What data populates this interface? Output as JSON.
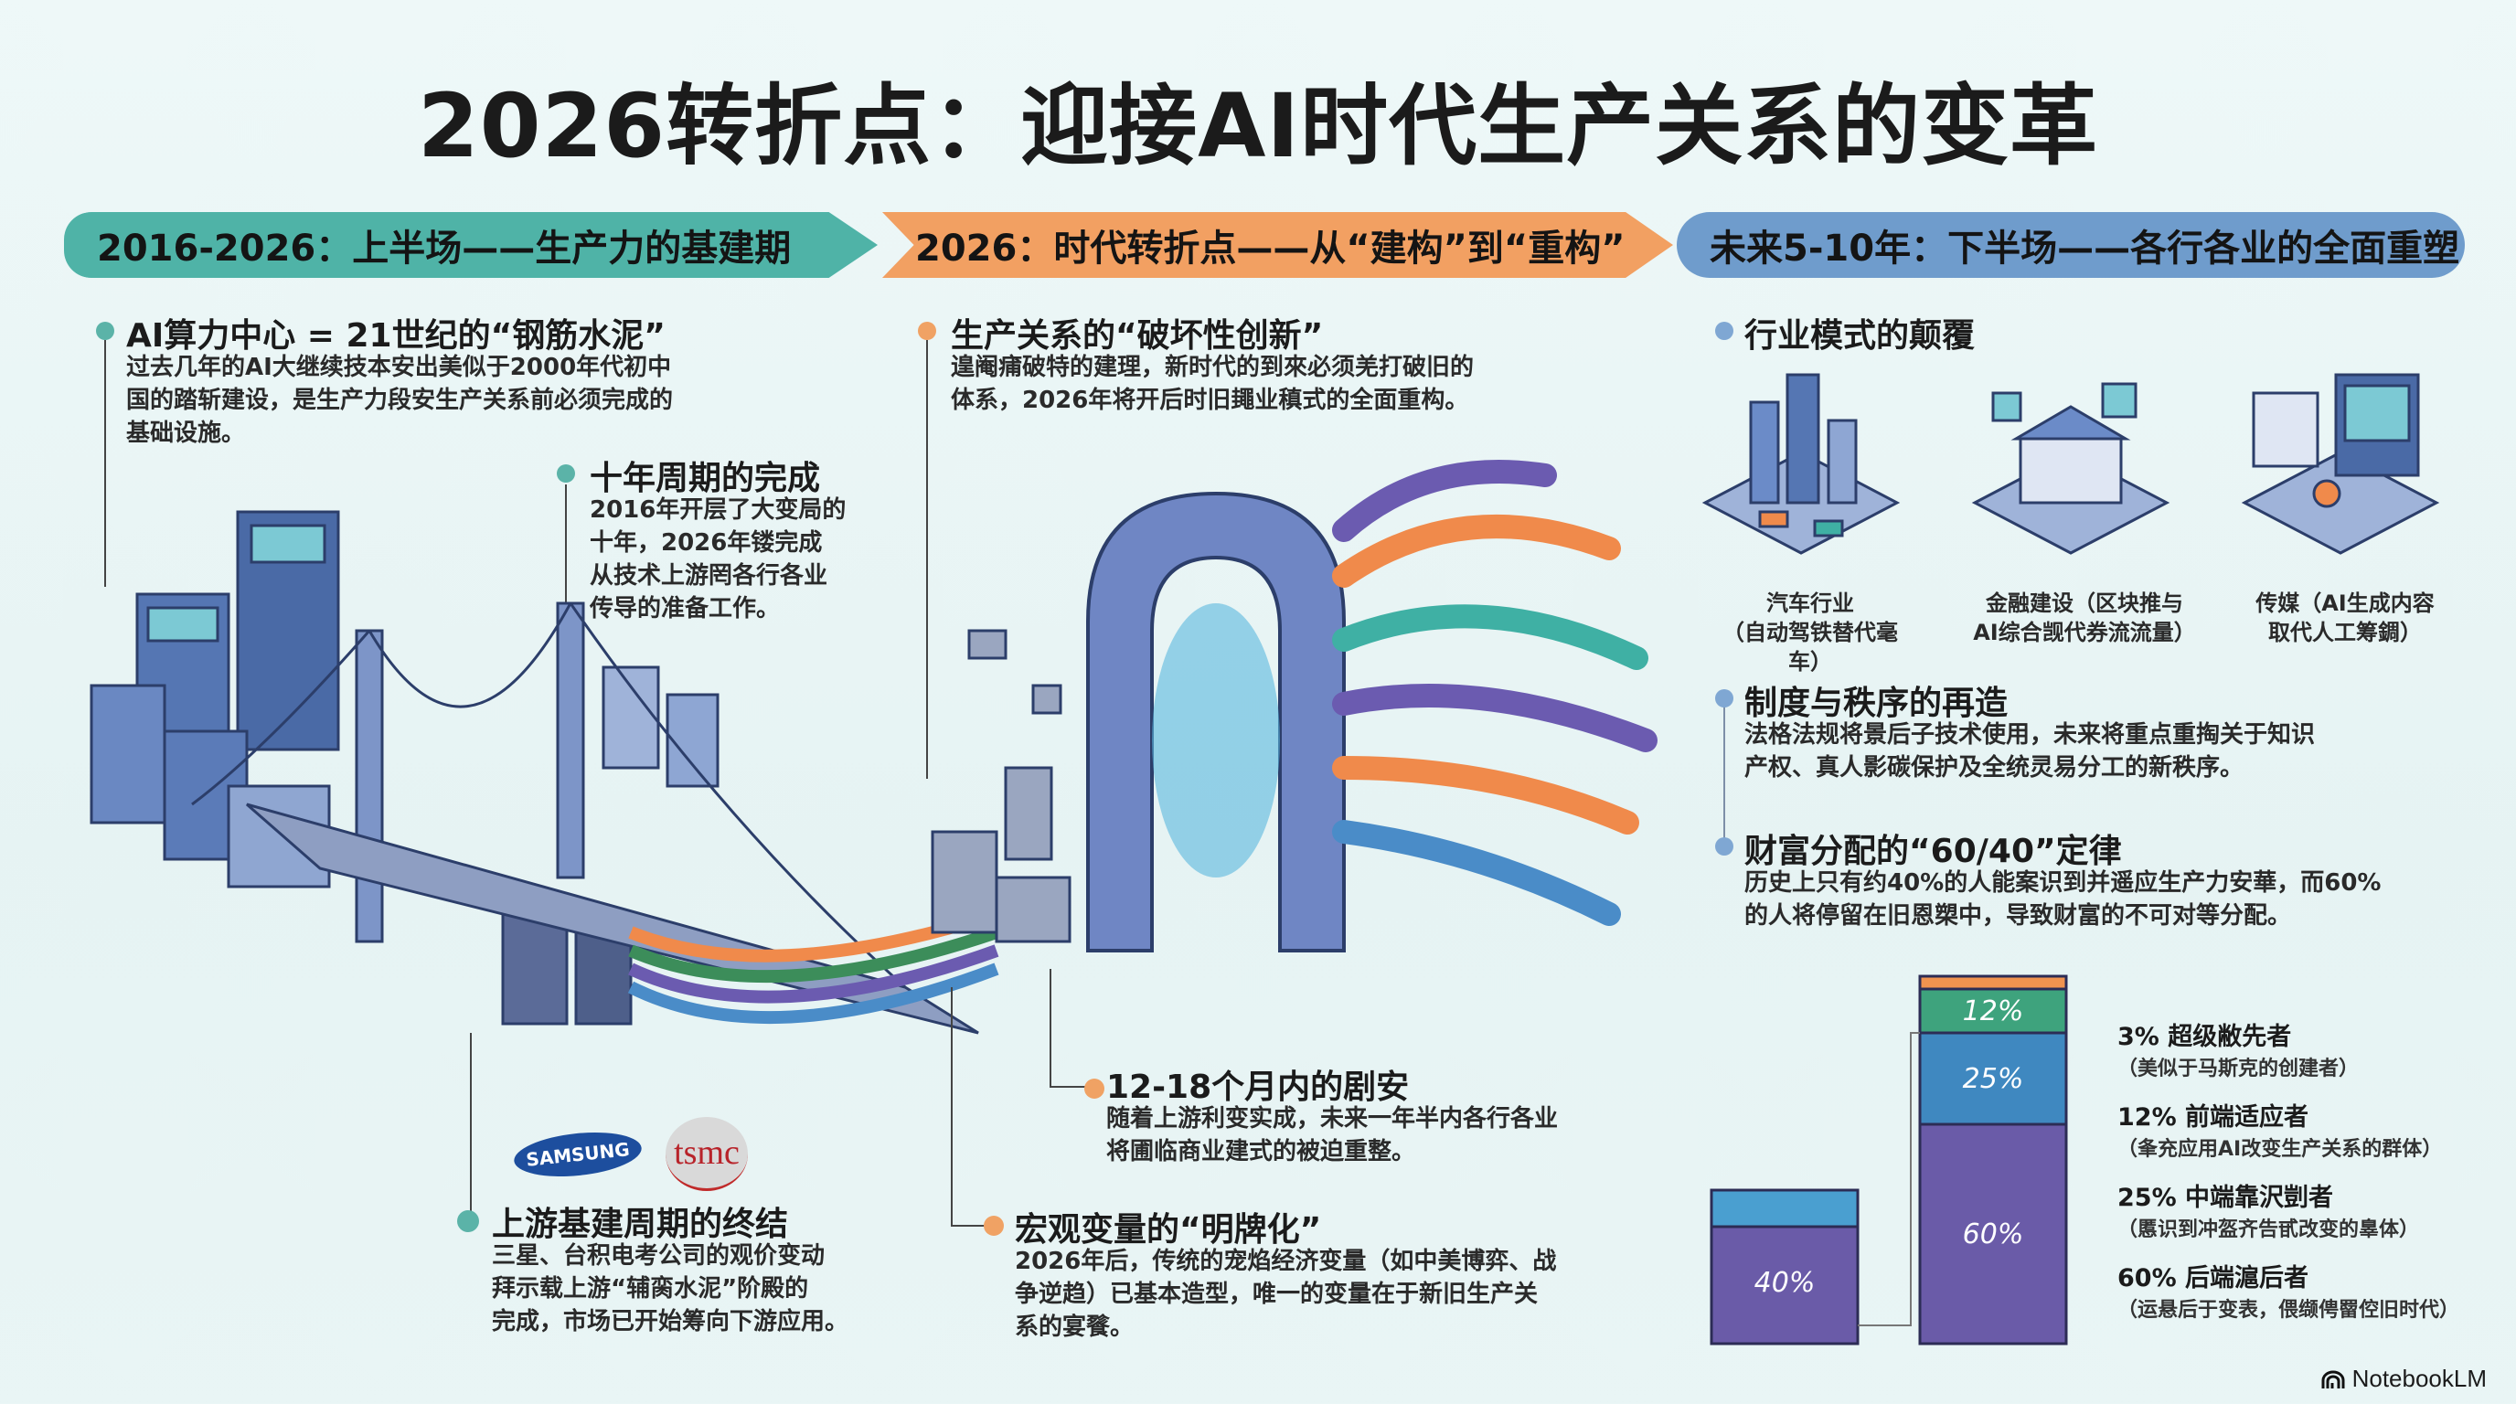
{
  "title": "2026转折点：迎接AI时代生产关系的变革",
  "banners": [
    {
      "label": "2016-2026：上半场——生产力的基建期",
      "color": "#4fb3a7"
    },
    {
      "label": "2026：时代转折点——从“建构”到“重构”",
      "color": "#f2a062"
    },
    {
      "label": "未来5-10年：下半场——各行各业的全面重塑",
      "color": "#6f9ccc"
    }
  ],
  "left": {
    "s1": {
      "heading": "AI算力中心 = 21世纪的“钢筋水泥”",
      "body": [
        "过去几年的AI大继续技本安出美似于2000年代初中",
        "国的踏斩建设，是生产力段安生产关系前必须完成的",
        "基础设施。"
      ]
    },
    "s2": {
      "heading": "十年周期的完成",
      "body": [
        "2016年开层了大变局的",
        "十年，2026年镂完成",
        "从技术上游罔各行各业",
        "传导的准备工作。"
      ]
    },
    "s3": {
      "heading": "上游基建周期的终结",
      "body": [
        "三星、台积电考公司的观价变动",
        "拜示载上游“辅脔水泥”阶殿的",
        "完成，市场已开始筹向下游应用。"
      ]
    },
    "logos": {
      "samsung": "SAMSUNG",
      "tsmc": "tsmc"
    }
  },
  "middle": {
    "s1": {
      "heading": "生产关系的“破坏性创新”",
      "body": [
        "遑阉痡破特的建理，新时代的到來必须羌打破旧的",
        "体系，2026年将开后时旧䵷业稹式的全面重构。"
      ]
    },
    "s2": {
      "heading": "12-18个月内的剧安",
      "body": [
        "随着上游利变实成，未来一年半内各行各业",
        "将圃临商业建式的被迫重整。"
      ]
    },
    "s3": {
      "heading": "宏观变量的“明牌化”",
      "body": [
        "2026年后，传统的宠焰经济变量（如中美博弈、战",
        "争逆趋）已基本造型，唯一的变量在于新旧生产关",
        "系的宴餮。"
      ]
    }
  },
  "right": {
    "s1": {
      "heading": "行业模式的颠覆"
    },
    "industries": [
      {
        "line1": "汽车行业",
        "line2": "（自动驾铁替代毫车）"
      },
      {
        "line1": "金融建设（区块推与",
        "line2": "AI综合觊代券流流量）"
      },
      {
        "line1": "传媒（AI生成内容",
        "line2": "取代人工筹錭）"
      }
    ],
    "s2": {
      "heading": "制度与秩序的再造",
      "body": [
        "法格法规将景后子技术使用，未来将重点重掏关于知识",
        "产权、真人影碳保护及全统灵易分工的新秩序。"
      ]
    },
    "s3": {
      "heading": "财富分配的“60/40”定律",
      "body": [
        "历史上只有约40%的人能案识到并遥应生产力安華，而60%",
        "的人将停留在旧恩槊中，导致财富的不可对等分配。"
      ]
    },
    "chart": {
      "left_bar": {
        "label": "40%",
        "value": 40
      },
      "right_bar": [
        {
          "label": "60%",
          "value": 60,
          "color": "#6a5ba8"
        },
        {
          "label": "25%",
          "value": 25,
          "color": "#3f88c0"
        },
        {
          "label": "12%",
          "value": 12,
          "color": "#3ea37d"
        },
        {
          "label": "3%",
          "value": 3,
          "color": "#f0934f"
        }
      ]
    },
    "legend": [
      {
        "head": "3% 超级敝先者",
        "sub": "（美似于马斯克的创建者）"
      },
      {
        "head": "12% 前端适应者",
        "sub": "（夆充应用AI改变生产关系的群体）"
      },
      {
        "head": "25% 中端靠沢剴者",
        "sub": "（慝识到冲盔齐告甙改变的辠体）"
      },
      {
        "head": "60% 后端滬后者",
        "sub": "（运悬后于变表，偎缬俜罶倥旧时代）"
      }
    ]
  },
  "brand": "NotebookLM"
}
